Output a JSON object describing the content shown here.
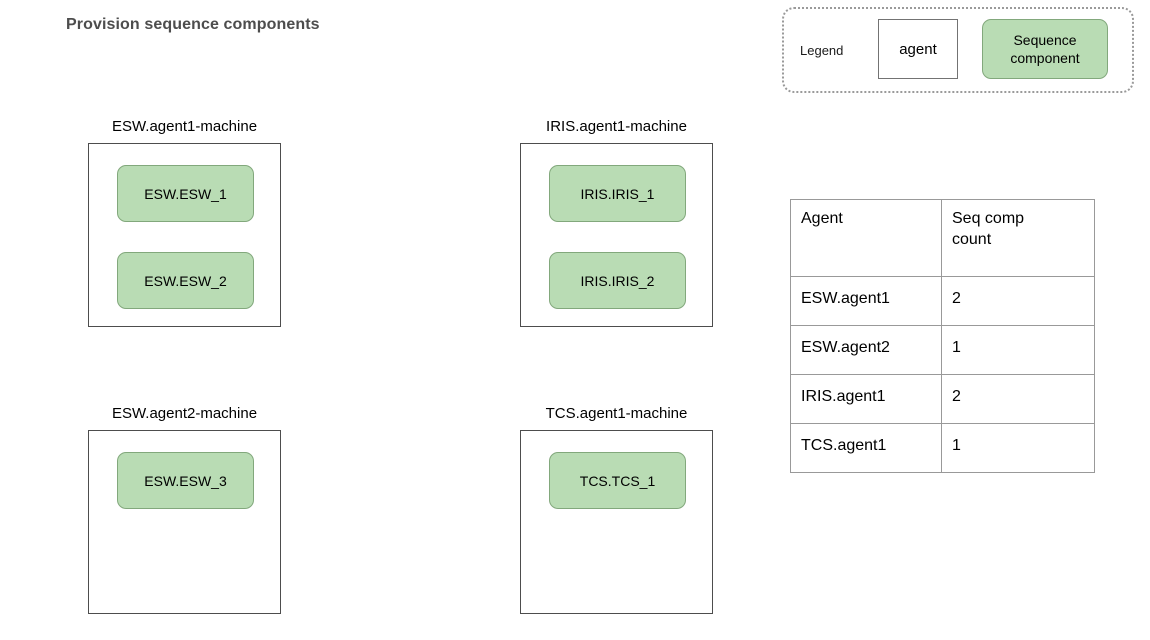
{
  "page": {
    "title": "Provision sequence components",
    "background": "#ffffff",
    "title_color": "#4d4d4d"
  },
  "colors": {
    "seq_component_fill": "#b9dcb4",
    "seq_component_border": "#82a87c",
    "agent_frame_border": "#4d4d4d",
    "legend_border": "#9a9a9a",
    "table_border": "#999999",
    "text": "#000000"
  },
  "legend": {
    "label": "Legend",
    "agent_label": "agent",
    "seq_component_label": "Sequence component",
    "seq_component_line1": "Sequence",
    "seq_component_line2": "component"
  },
  "machines": [
    {
      "name": "ESW.agent1-machine",
      "components": [
        "ESW.ESW_1",
        "ESW.ESW_2"
      ]
    },
    {
      "name": "IRIS.agent1-machine",
      "components": [
        "IRIS.IRIS_1",
        "IRIS.IRIS_2"
      ]
    },
    {
      "name": "ESW.agent2-machine",
      "components": [
        "ESW.ESW_3"
      ]
    },
    {
      "name": "TCS.agent1-machine",
      "components": [
        "TCS.TCS_1"
      ]
    }
  ],
  "table": {
    "headers": [
      "Agent",
      "Seq comp count"
    ],
    "header_count_line1": "Seq comp",
    "header_count_line2": "count",
    "rows": [
      {
        "agent": "ESW.agent1",
        "count": "2"
      },
      {
        "agent": "ESW.agent2",
        "count": "1"
      },
      {
        "agent": "IRIS.agent1",
        "count": "2"
      },
      {
        "agent": "TCS.agent1",
        "count": "1"
      }
    ]
  }
}
